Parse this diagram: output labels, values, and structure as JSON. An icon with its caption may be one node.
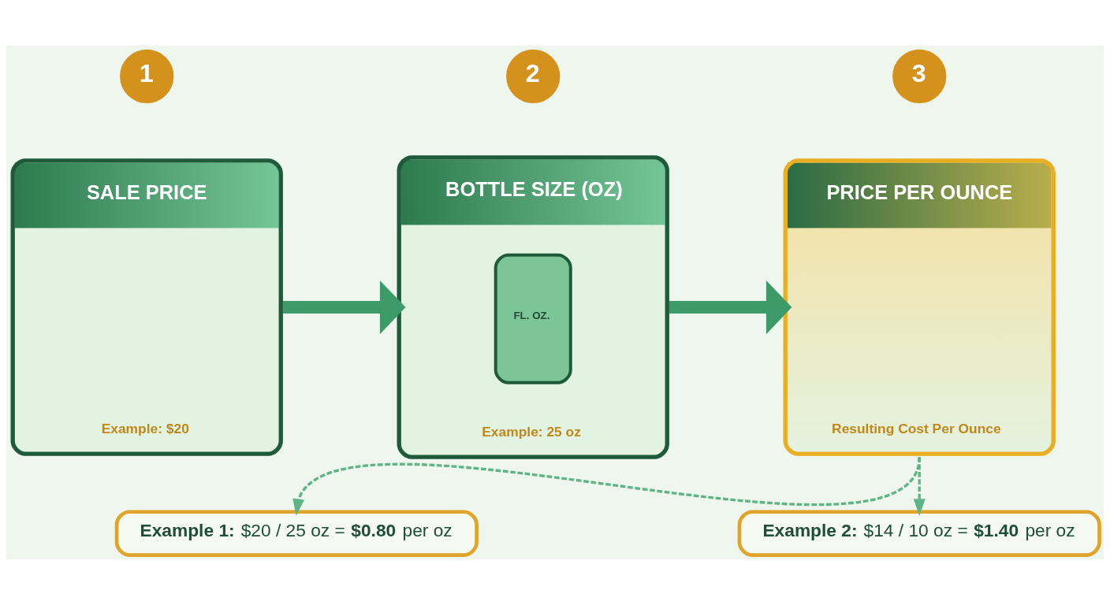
{
  "diagram": {
    "nodes": [
      {
        "text": [
          "1"
        ]
      },
      {
        "text": [
          "SALE PRICE",
          "Example: $20"
        ]
      },
      {
        "text": [
          "2"
        ]
      },
      {
        "text": [
          "BOTTLE SIZE (OZ)",
          "FL. OZ.",
          "Example: 25 oz"
        ]
      },
      {
        "text": [
          "3"
        ]
      },
      {
        "text": [
          "PRICE PER OUNCE",
          "Resulting Cost Per Ounce"
        ]
      },
      {
        "text": [
          "**Example 1:** $20 / 25 oz = **$0.80** per oz"
        ]
      },
      {
        "text": [
          "**Example 2:** $14 / 10 oz = **$1.40** per oz"
        ]
      }
    ],
    "edges": [
      {
        "from": 1,
        "to": 3,
        "arrow": "to",
        "style": "thick"
      },
      {
        "from": 3,
        "to": 5,
        "arrow": "to",
        "style": "thick"
      },
      {
        "from": 5,
        "to": 6,
        "arrow": "to",
        "style": "dashed",
        "color": "#5db585"
      },
      {
        "from": 5,
        "to": 7,
        "arrow": "to",
        "style": "dashed",
        "color": "#5db585"
      }
    ]
  }
}
